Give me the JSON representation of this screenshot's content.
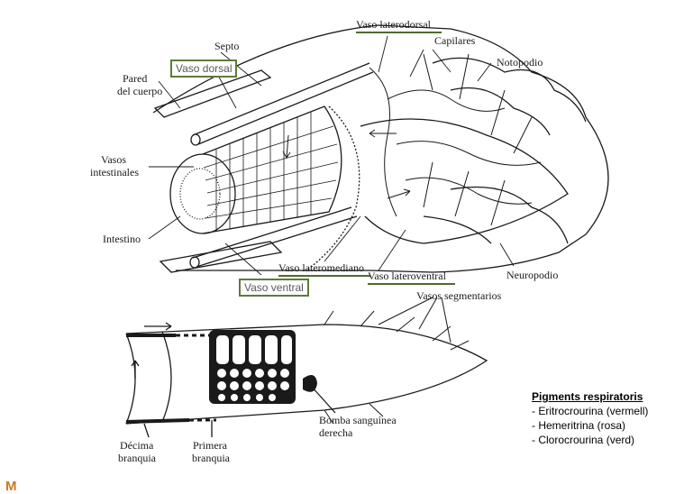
{
  "labels": {
    "septo": "Septo",
    "vaso_dorsal": "Vaso dorsal",
    "vaso_laterodorsal": "Vaso laterodorsal",
    "capilares": "Capilares",
    "notopodio": "Notopodio",
    "pared_1": "Pared",
    "pared_2": "del cuerpo",
    "vasos_int_1": "Vasos",
    "vasos_int_2": "intestinales",
    "intestino": "Intestino",
    "vaso_lateromediano": "Vaso lateromediano",
    "vaso_lateroventral": "Vaso lateroventral",
    "neuropodio": "Neuropodio",
    "vaso_ventral": "Vaso ventral",
    "vasos_segmentarios": "Vasos segmentarios",
    "decima_1": "Décima",
    "decima_2": "branquia",
    "primera_1": "Primera",
    "primera_2": "branquia",
    "bomba_1": "Bomba sanguínea",
    "bomba_2": "derecha"
  },
  "legend": {
    "title": "Pigments respiratoris",
    "items": [
      "- Eritrocrourina (vermell)",
      "- Hemeritrina (rosa)",
      "- Clorocrourina (verd)"
    ]
  },
  "caption": "M",
  "colors": {
    "box_border": "#5e7a3a",
    "underline": "#4f6b2f",
    "caption": "#c87a1e",
    "ink": "#1a1a1a"
  }
}
